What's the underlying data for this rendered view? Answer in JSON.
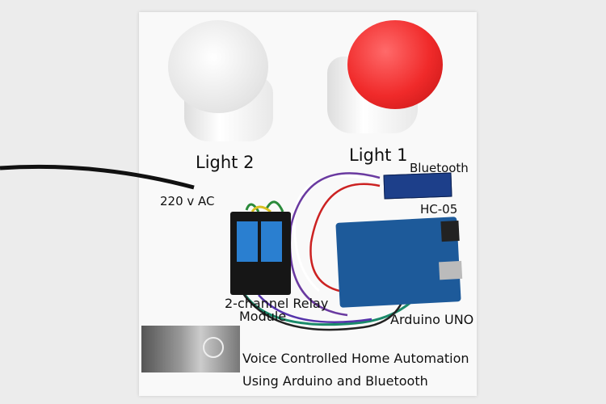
{
  "labels": {
    "light2": "Light 2",
    "light1": "Light 1",
    "ac": "220 v AC",
    "bluetooth": "Bluetooth",
    "hc05": "HC-05",
    "relay_line1": "2-channel Relay",
    "relay_line2": "Module",
    "arduino": "Arduino UNO"
  },
  "title": {
    "line1": "Voice Controlled Home Automation",
    "line2": "Using Arduino and Bluetooth"
  },
  "colors": {
    "red_bulb": "#f02a2a",
    "pcb_blue": "#1d5a9a",
    "relay_blue": "#2a7fd0"
  }
}
